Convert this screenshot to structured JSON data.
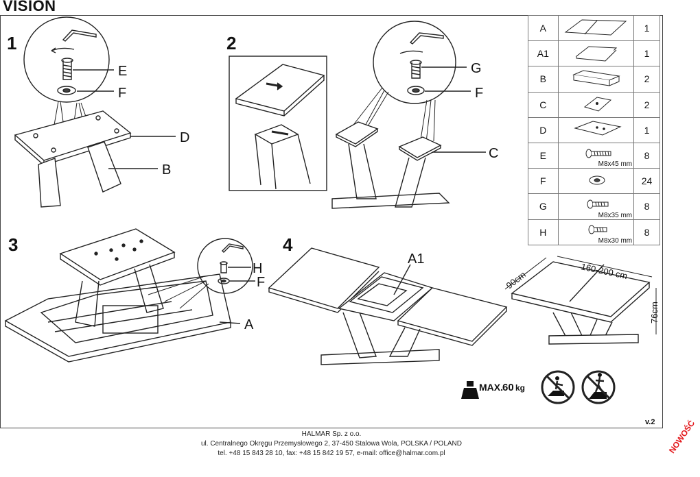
{
  "title": "VISION",
  "steps": [
    "1",
    "2",
    "3",
    "4"
  ],
  "callouts": {
    "s1": [
      "E",
      "F",
      "D",
      "B"
    ],
    "s2": [
      "G",
      "F",
      "C"
    ],
    "s3": [
      "H",
      "F",
      "A"
    ],
    "s4": [
      "A1"
    ]
  },
  "dimensions": {
    "width": "90cm",
    "length": "160-200 cm",
    "height": "76cm"
  },
  "max_load": {
    "prefix": "MAX.",
    "value": "60",
    "unit": "kg"
  },
  "parts": [
    {
      "code": "A",
      "qty": "1",
      "spec": ""
    },
    {
      "code": "A1",
      "qty": "1",
      "spec": ""
    },
    {
      "code": "B",
      "qty": "2",
      "spec": ""
    },
    {
      "code": "C",
      "qty": "2",
      "spec": ""
    },
    {
      "code": "D",
      "qty": "1",
      "spec": ""
    },
    {
      "code": "E",
      "qty": "8",
      "spec": "M8x45 mm"
    },
    {
      "code": "F",
      "qty": "24",
      "spec": ""
    },
    {
      "code": "G",
      "qty": "8",
      "spec": "M8x35 mm"
    },
    {
      "code": "H",
      "qty": "8",
      "spec": "M8x30 mm"
    }
  ],
  "version": "v.2",
  "footer": {
    "line1": "HALMAR Sp. z o.o.",
    "line2": "ul. Centralnego Okręgu Przemysłowego 2, 37-450 Stalowa Wola, POLSKA / POLAND",
    "line3": "tel. +48 15 843 28 10, fax: +48 15 842 19 57, e-mail: office@halmar.com.pl"
  },
  "badge": "NOWOŚĆ",
  "colors": {
    "line": "#222222",
    "badge": "#e3171b"
  }
}
